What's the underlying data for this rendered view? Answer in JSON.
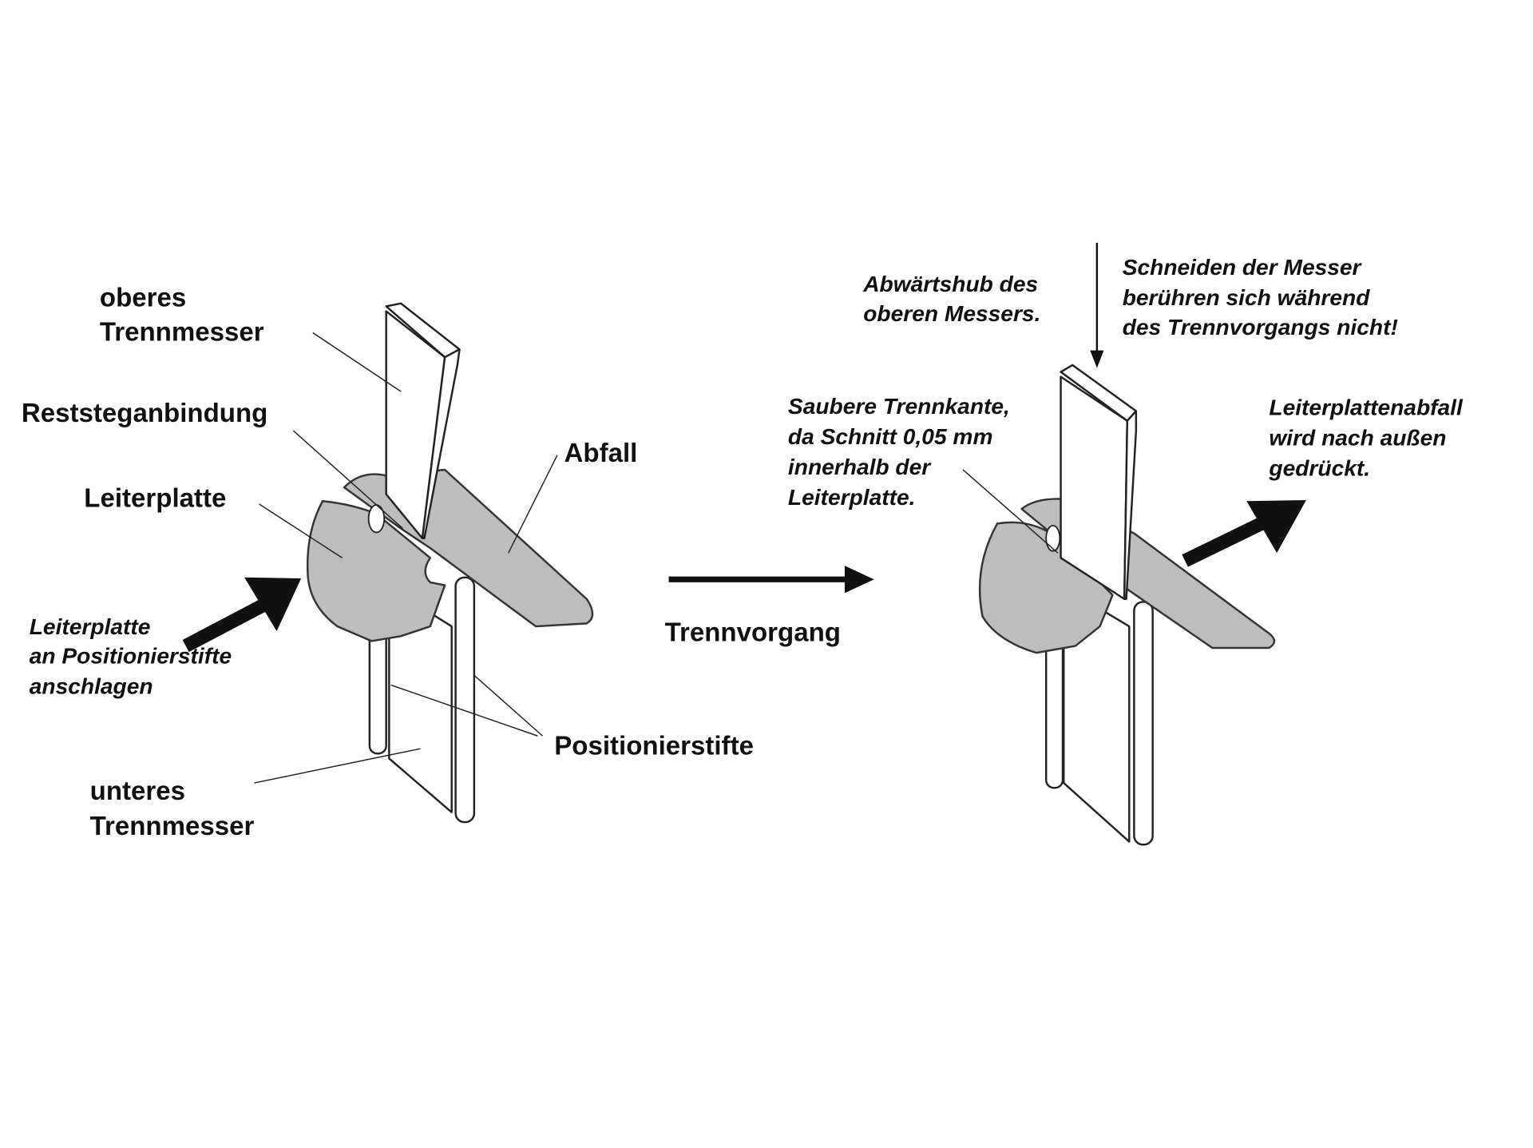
{
  "left": {
    "upper_knife": "oberes Trennmesser",
    "upper_knife_l1": "oberes",
    "upper_knife_l2": "Trennmesser",
    "web_connection": "Reststeganbindung",
    "board": "Leiterplatte",
    "waste": "Abfall",
    "hint_l1": "Leiterplatte",
    "hint_l2": "an Positionierstifte",
    "hint_l3": "anschlagen",
    "pins": "Positionierstifte",
    "lower_knife_l1": "unteres",
    "lower_knife_l2": "Trennmesser"
  },
  "middle": {
    "process": "Trennvorgang"
  },
  "right": {
    "downstroke_l1": "Abwärtshub des",
    "downstroke_l2": "oberen Messers.",
    "note_l1": "Schneiden der Messer",
    "note_l2": "berühren sich während",
    "note_l3": "des Trennvorgangs nicht!",
    "edge_l1": "Saubere Trennkante,",
    "edge_l2": "da Schnitt 0,05 mm",
    "edge_l3": "innerhalb der",
    "edge_l4": "Leiterplatte.",
    "waste_l1": "Leiterplattenabfall",
    "waste_l2": "wird nach außen",
    "waste_l3": "gedrückt."
  }
}
